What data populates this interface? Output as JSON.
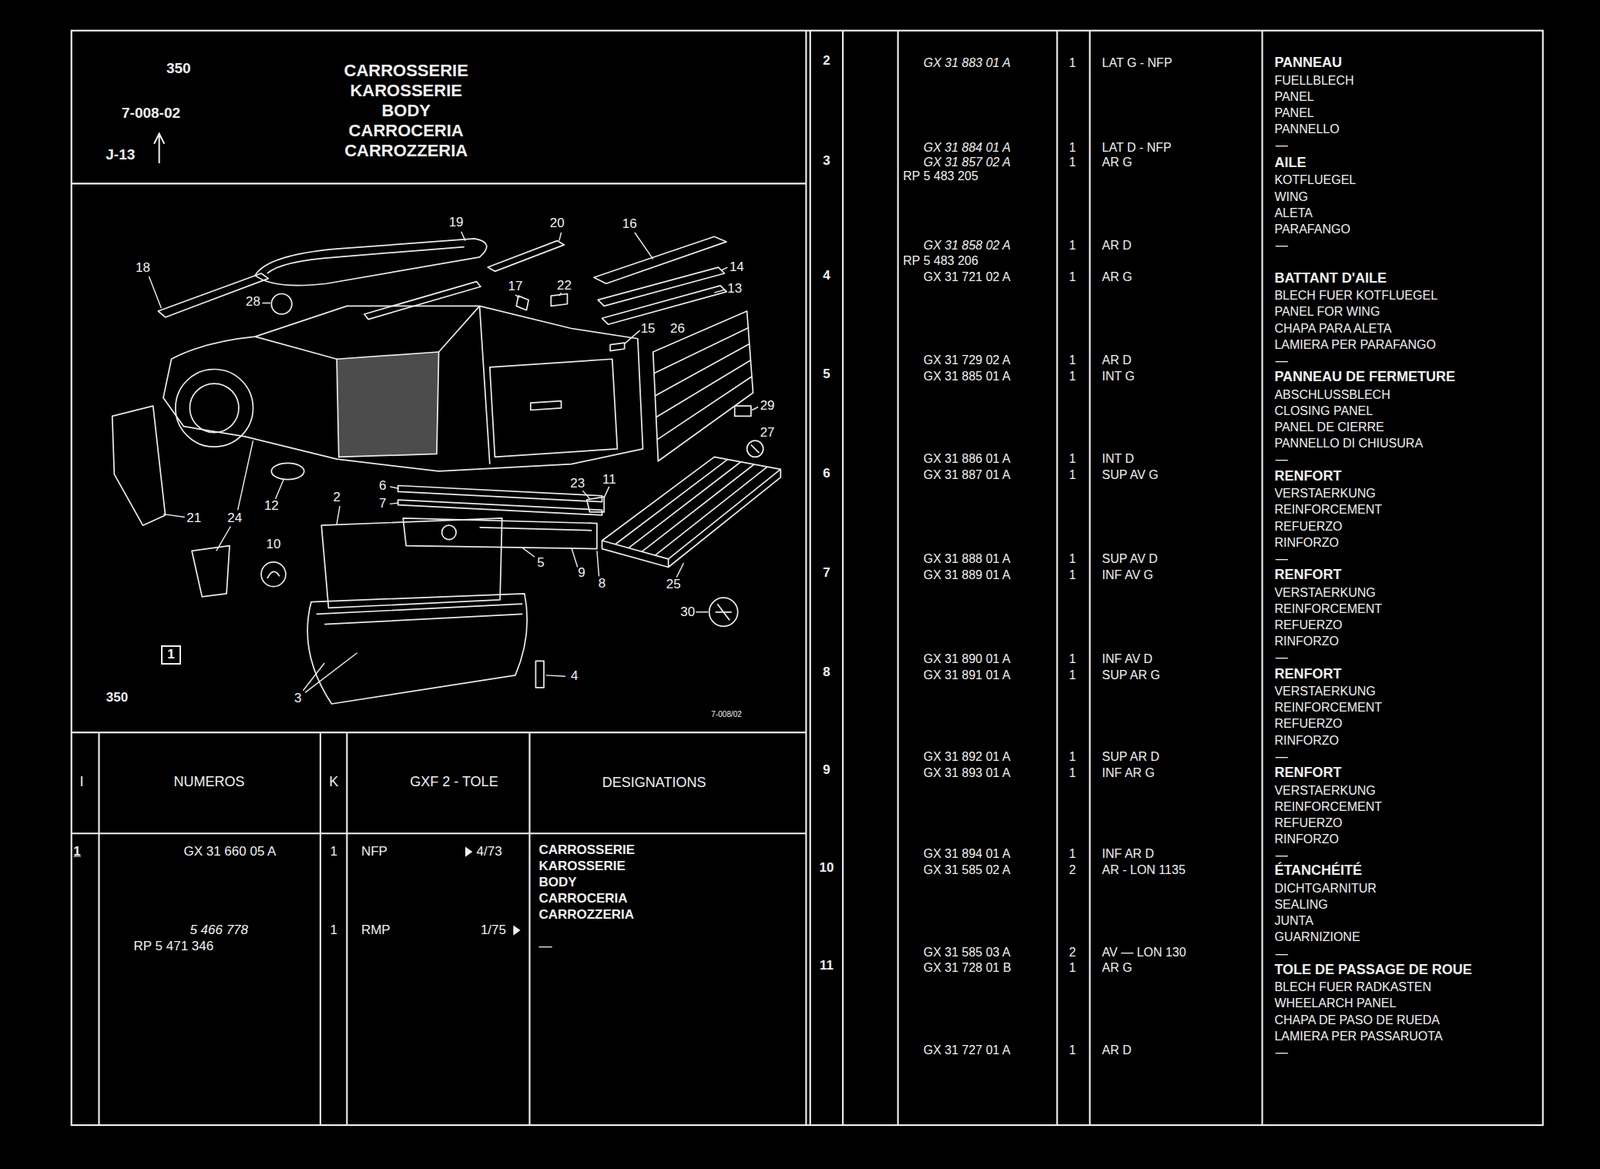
{
  "diagram": {
    "nodes": [
      {
        "text": [
          "350",
          "7-008-02",
          "J-13",
          "CARROSSERIE KAROSSERIE BODY CARROCERIA CARROZZERIA"
        ]
      },
      {
        "text": [
          "350",
          "7-008/02"
        ]
      },
      {
        "text": [
          "1"
        ],
        "in": 1
      }
    ],
    "labels": [
      "19",
      "20",
      "16",
      "18",
      "14",
      "28",
      "17",
      "22",
      "13",
      "15",
      "26",
      "29",
      "27",
      "6",
      "12",
      "7",
      "2",
      "23",
      "11",
      "21",
      "24",
      "10",
      "5",
      "9",
      "8",
      "25",
      "30",
      "3",
      "4",
      "I",
      "NUMEROS",
      "K",
      "GXF 2 - TOLE",
      "DESIGNATIONS",
      "1",
      "GX 31 660 05 A",
      "1",
      "NFP",
      "4/73",
      "CARROSSERIE KAROSSERIE BODY CARROCERIA CARROZZERIA",
      "5 466 778",
      "RP 5 471 346",
      "1",
      "RMP",
      "1/75",
      "—",
      "2",
      "3",
      "4",
      "5",
      "6",
      "7",
      "8",
      "9",
      "10",
      "11",
      "GX 31 883 01 A",
      "1",
      "LAT G - NFP",
      "GX 31 884 01 A",
      "1",
      "LAT D - NFP",
      "GX 31 857 02 A",
      "1",
      "AR G",
      "RP 5 483 205",
      "GX 31 858 02 A",
      "1",
      "AR D",
      "RP 5 483 206",
      "GX 31 721 02 A",
      "1",
      "AR G",
      "GX 31 729 02 A",
      "1",
      "AR D",
      "GX 31 885 01 A",
      "1",
      "INT G",
      "GX 31 886 01 A",
      "1",
      "INT D",
      "GX 31 887 01 A",
      "1",
      "SUP AV G",
      "GX 31 888 01 A",
      "1",
      "SUP AV D",
      "GX 31 889 01 A",
      "1",
      "INF AV G",
      "GX 31 890 01 A",
      "1",
      "INF AV D",
      "GX 31 891 01 A",
      "1",
      "SUP AR G",
      "GX 31 892 01 A",
      "1",
      "SUP AR D",
      "GX 31 893 01 A",
      "1",
      "INF AR G",
      "GX 31 894 01 A",
      "1",
      "INF AR D",
      "GX 31 585 02 A",
      "2",
      "AR - LON 1135",
      "GX 31 585 03 A",
      "2",
      "AV — LON 130",
      "GX 31 728 01 B",
      "1",
      "AR G",
      "GX 31 727 01 A",
      "1",
      "AR D",
      "PANNEAU",
      "FUELLBLECH",
      "PANEL",
      "PANEL",
      "PANNELLO",
      "—",
      "AILE",
      "KOTFLUEGEL",
      "WING",
      "ALETA",
      "PARAFANGO",
      "—",
      "BATTANT D'AILE",
      "BLECH FUER KOTFLUEGEL",
      "PANEL FOR WING",
      "CHAPA PARA ALETA",
      "LAMIERA PER PARAFANGO",
      "—",
      "PANNEAU DE FERMETURE",
      "ABSCHLUSSBLECH",
      "CLOSING PANEL",
      "PANEL DE CIERRE",
      "PANNELLO DI CHIUSURA",
      "—",
      "RENFORT",
      "VERSTAERKUNG",
      "REINFORCEMENT",
      "REFUERZO",
      "RINFORZO",
      "—",
      "RENFORT",
      "VERSTAERKUNG",
      "REINFORCEMENT",
      "REFUERZO",
      "RINFORZO",
      "—",
      "RENFORT",
      "VERSTAERKUNG",
      "REINFORCEMENT",
      "REFUERZO",
      "RINFORZO",
      "—",
      "RENFORT",
      "VERSTAERKUNG",
      "REINFORCEMENT",
      "REFUERZO",
      "RINFORZO",
      "—",
      "ÉTANCHÉITÉ",
      "DICHTGARNITUR",
      "SEALING",
      "JUNTA",
      "GUARNIZIONE",
      "—",
      "TOLE DE PASSAGE DE ROUE",
      "BLECH FUER RADKASTEN",
      "WHEELARCH PANEL",
      "CHAPA DE PASO DE RUEDA",
      "LAMIERA PER PASSARUOTA",
      "—"
    ]
  }
}
